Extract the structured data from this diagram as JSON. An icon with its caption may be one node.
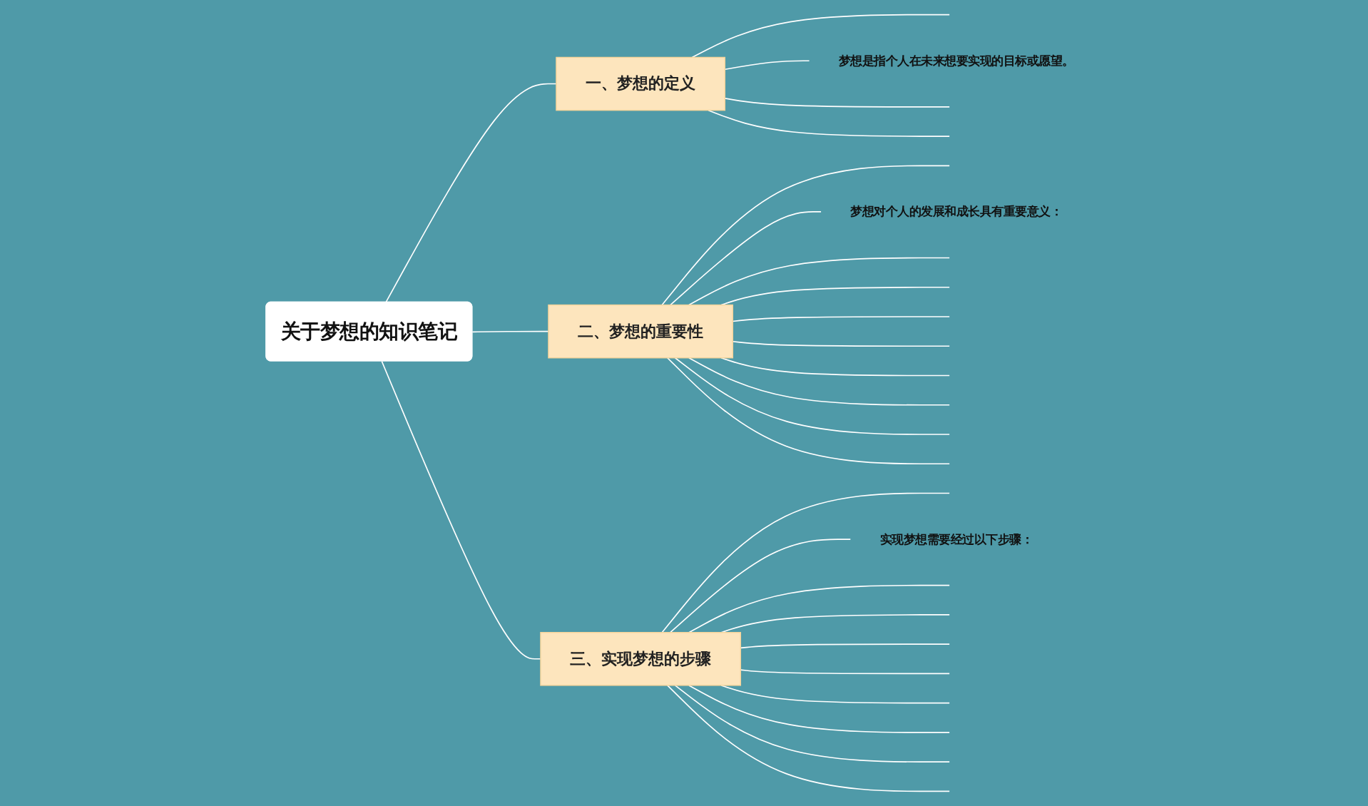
{
  "diagram": {
    "nodes": [
      {
        "text": [
          "关于梦想的知识笔记"
        ]
      },
      {
        "text": [
          "一、梦想的定义"
        ]
      },
      {
        "text": [
          "梦想是指个人在未来想要实现的目标或愿望。"
        ]
      },
      {
        "text": [
          "二、梦想的重要性"
        ]
      },
      {
        "text": [
          "梦想对个人的发展和成长具有重要意义："
        ]
      },
      {
        "text": [
          "三、实现梦想的步骤"
        ]
      },
      {
        "text": [
          "实现梦想需要经过以下步骤："
        ]
      }
    ],
    "edges": [
      {
        "from": 0,
        "to": 1,
        "arrow": "none"
      },
      {
        "from": 0,
        "to": 3,
        "arrow": "none"
      },
      {
        "from": 0,
        "to": 5,
        "arrow": "none"
      },
      {
        "from": 1,
        "to": null,
        "arrow": "none"
      },
      {
        "from": 1,
        "to": 2,
        "arrow": "none"
      },
      {
        "from": 1,
        "to": null,
        "arrow": "none"
      },
      {
        "from": 1,
        "to": null,
        "arrow": "none"
      },
      {
        "from": 3,
        "to": null,
        "arrow": "none"
      },
      {
        "from": 3,
        "to": 4,
        "arrow": "none"
      },
      {
        "from": 3,
        "to": null,
        "arrow": "none"
      },
      {
        "from": 3,
        "to": null,
        "arrow": "none"
      },
      {
        "from": 3,
        "to": null,
        "arrow": "none"
      },
      {
        "from": 3,
        "to": null,
        "arrow": "none"
      },
      {
        "from": 3,
        "to": null,
        "arrow": "none"
      },
      {
        "from": 3,
        "to": null,
        "arrow": "none"
      },
      {
        "from": 3,
        "to": null,
        "arrow": "none"
      },
      {
        "from": 3,
        "to": null,
        "arrow": "none"
      },
      {
        "from": 5,
        "to": null,
        "arrow": "none"
      },
      {
        "from": 5,
        "to": 6,
        "arrow": "none"
      },
      {
        "from": 5,
        "to": null,
        "arrow": "none"
      },
      {
        "from": 5,
        "to": null,
        "arrow": "none"
      },
      {
        "from": 5,
        "to": null,
        "arrow": "none"
      },
      {
        "from": 5,
        "to": null,
        "arrow": "none"
      },
      {
        "from": 5,
        "to": null,
        "arrow": "none"
      },
      {
        "from": 5,
        "to": null,
        "arrow": "none"
      },
      {
        "from": 5,
        "to": null,
        "arrow": "none"
      },
      {
        "from": 5,
        "to": null,
        "arrow": "none"
      }
    ]
  }
}
